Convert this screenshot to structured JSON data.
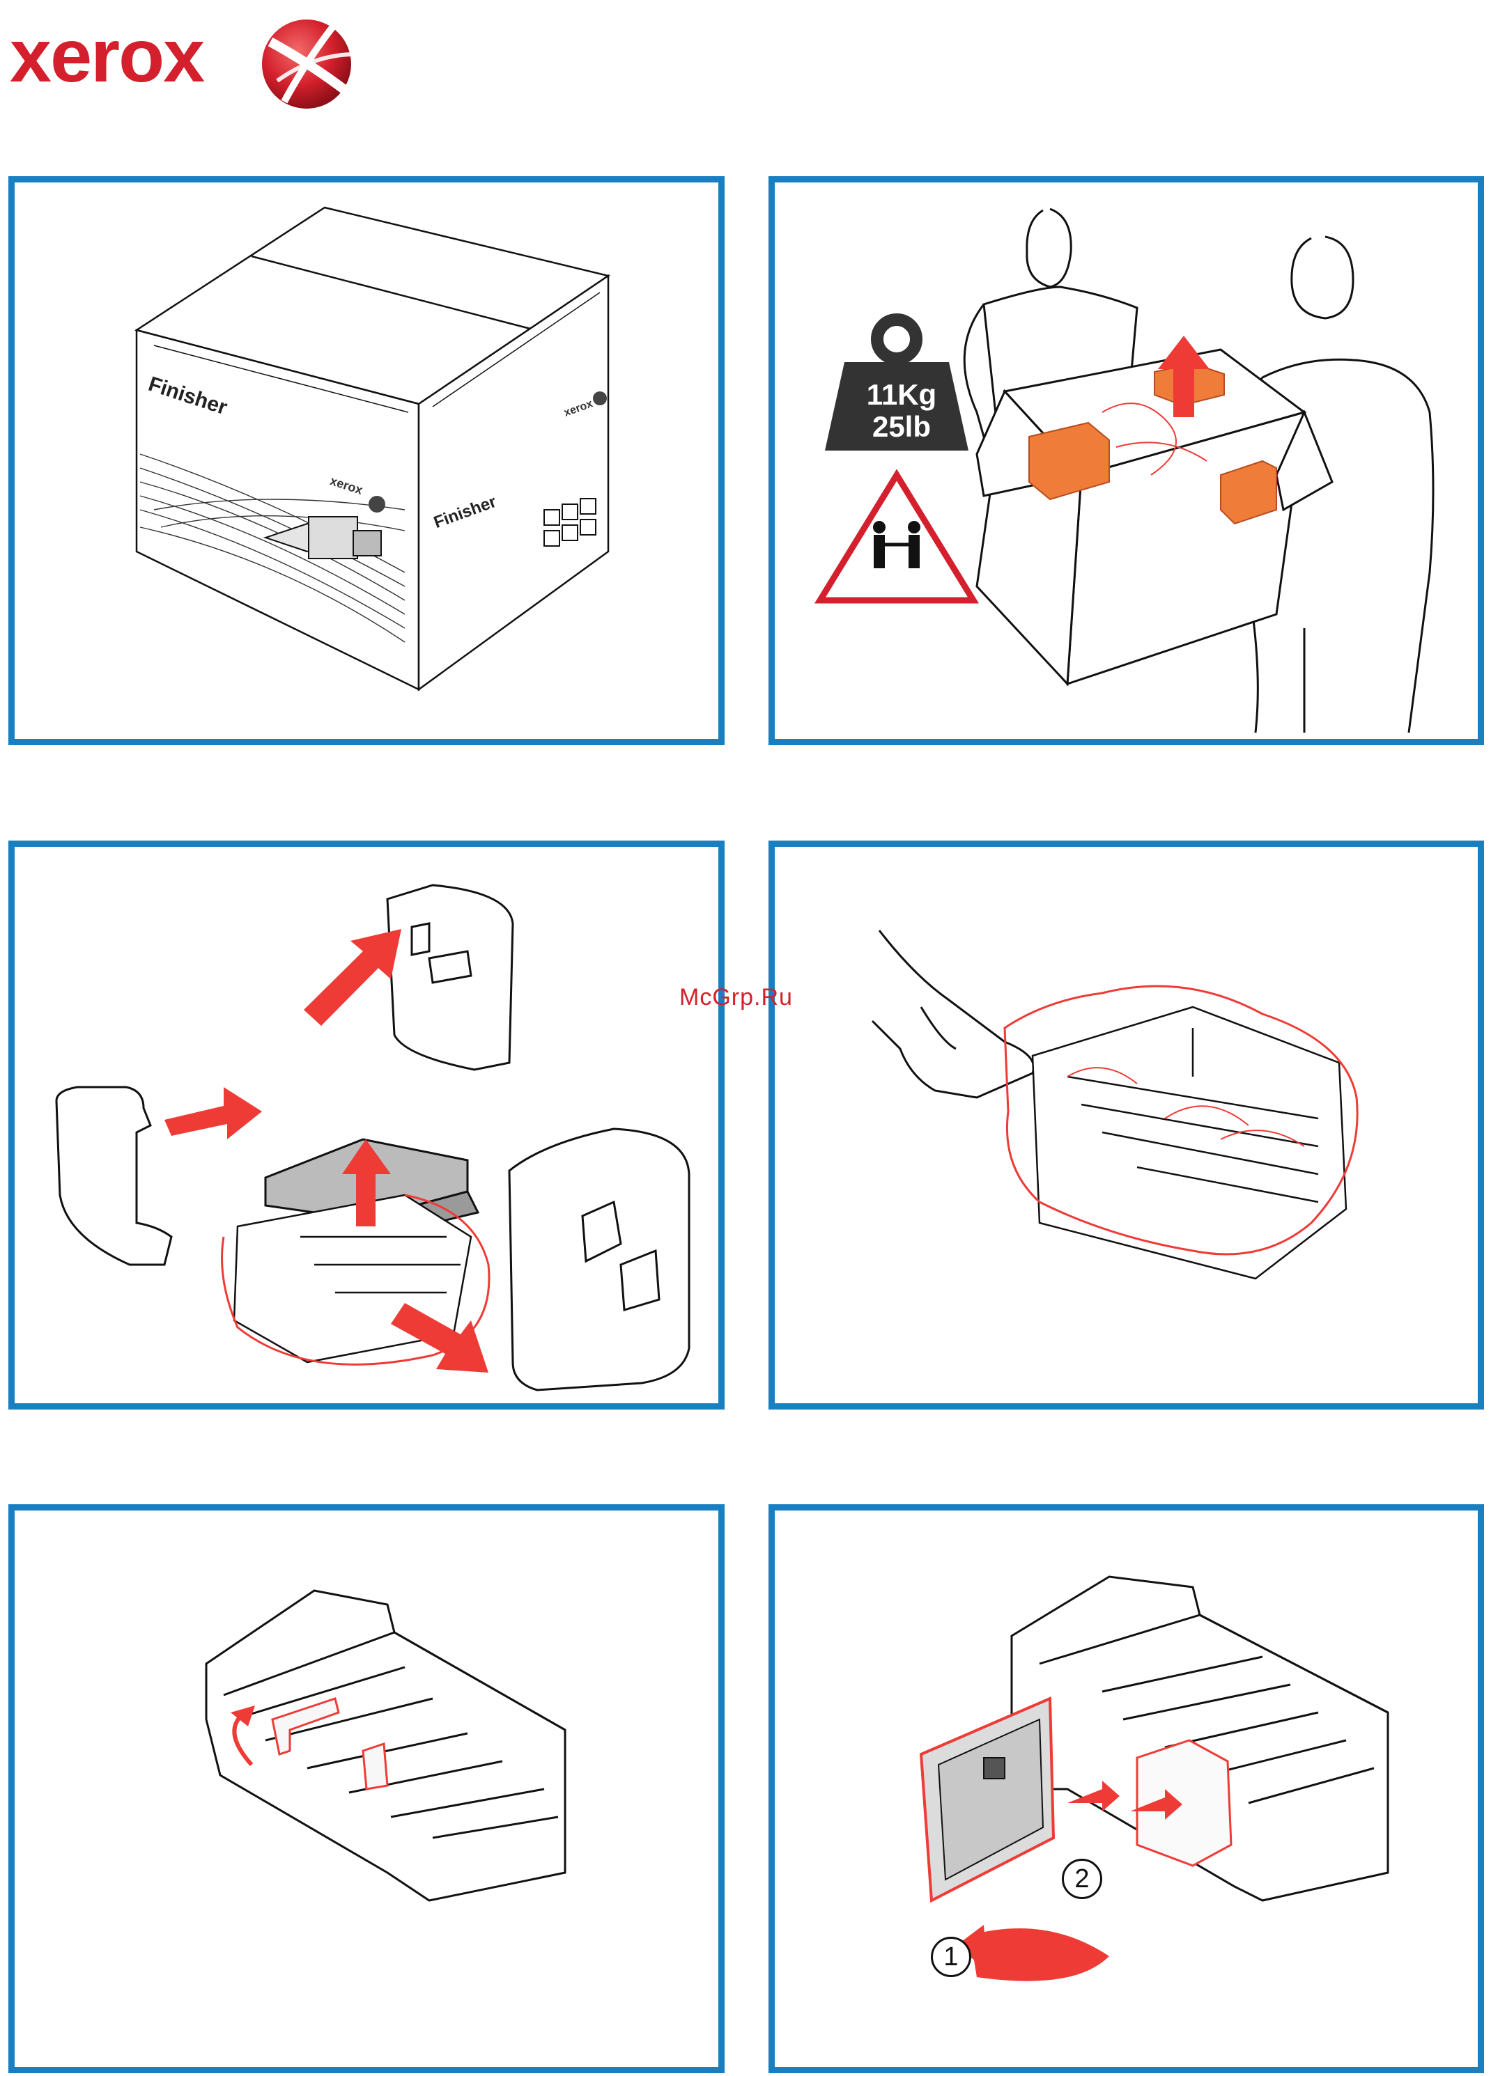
{
  "header": {
    "brand_name": "xerox"
  },
  "watermark": {
    "text": "McGrp.Ru"
  },
  "panel1": {
    "box_label_front": "Finisher",
    "box_label_side": "Finisher",
    "box_brand_front": "xerox",
    "box_brand_side": "xerox"
  },
  "panel2": {
    "weight_kg": "11Kg",
    "weight_lb": "25lb"
  },
  "panel6": {
    "step_one": "1",
    "step_two": "2"
  },
  "colors": {
    "frame_blue": "#1a7fc1",
    "accent_red": "#d4202c",
    "arrow_red": "#ee3b36",
    "foam_orange": "#f07c3a",
    "dark_gray": "#333333"
  }
}
